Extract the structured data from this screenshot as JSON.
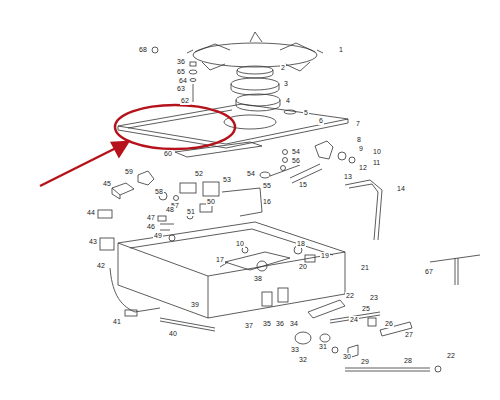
{
  "diagram": {
    "labels": [
      "68",
      "1",
      "36",
      "2",
      "65",
      "64",
      "63",
      "3",
      "62",
      "4",
      "5",
      "6",
      "7",
      "8",
      "9",
      "10",
      "11",
      "60",
      "54",
      "56",
      "12",
      "55",
      "54",
      "13",
      "15",
      "14",
      "59",
      "52",
      "53",
      "58",
      "57",
      "50",
      "16",
      "45",
      "48",
      "51",
      "44",
      "47",
      "46",
      "49",
      "43",
      "10",
      "18",
      "17",
      "19",
      "38",
      "20",
      "21",
      "42",
      "39",
      "22",
      "23",
      "25",
      "24",
      "26",
      "27",
      "41",
      "37",
      "35",
      "36",
      "34",
      "33",
      "31",
      "32",
      "30",
      "29",
      "28",
      "22",
      "40",
      "67"
    ]
  }
}
